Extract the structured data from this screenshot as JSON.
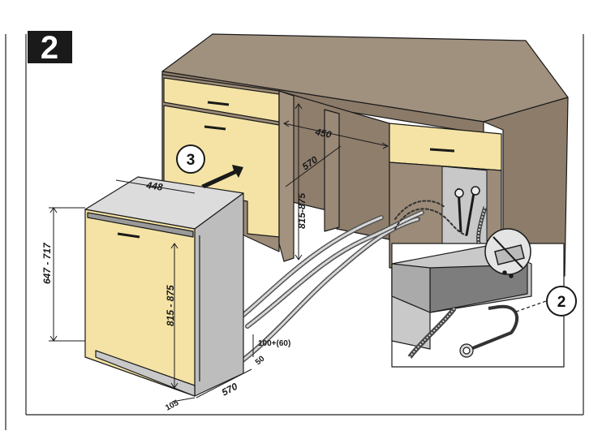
{
  "step": {
    "number": "2"
  },
  "callouts": {
    "step3": "3",
    "step2": "2"
  },
  "dimensions": {
    "niche_width": "450",
    "niche_depth": "570",
    "niche_height": "815-875",
    "appliance_width": "448",
    "appliance_height_left": "647 - 717",
    "appliance_height_front": "815 - 875",
    "plinth_height": "100+(60)",
    "plinth_offset": "50",
    "base_depth": "570",
    "base_setback": "105"
  },
  "colors": {
    "worktop": "#a0907e",
    "worktop_front": "#8b7a68",
    "door_panel": "#f4e3a4",
    "appliance_body": "#c9c9c9",
    "appliance_side": "#b7b7b7",
    "outline": "#1a1a1a",
    "badge": "#1a1a1a"
  },
  "icons": [
    "arrow-icon",
    "tap-icon",
    "hose-icon",
    "no-water-icon"
  ]
}
